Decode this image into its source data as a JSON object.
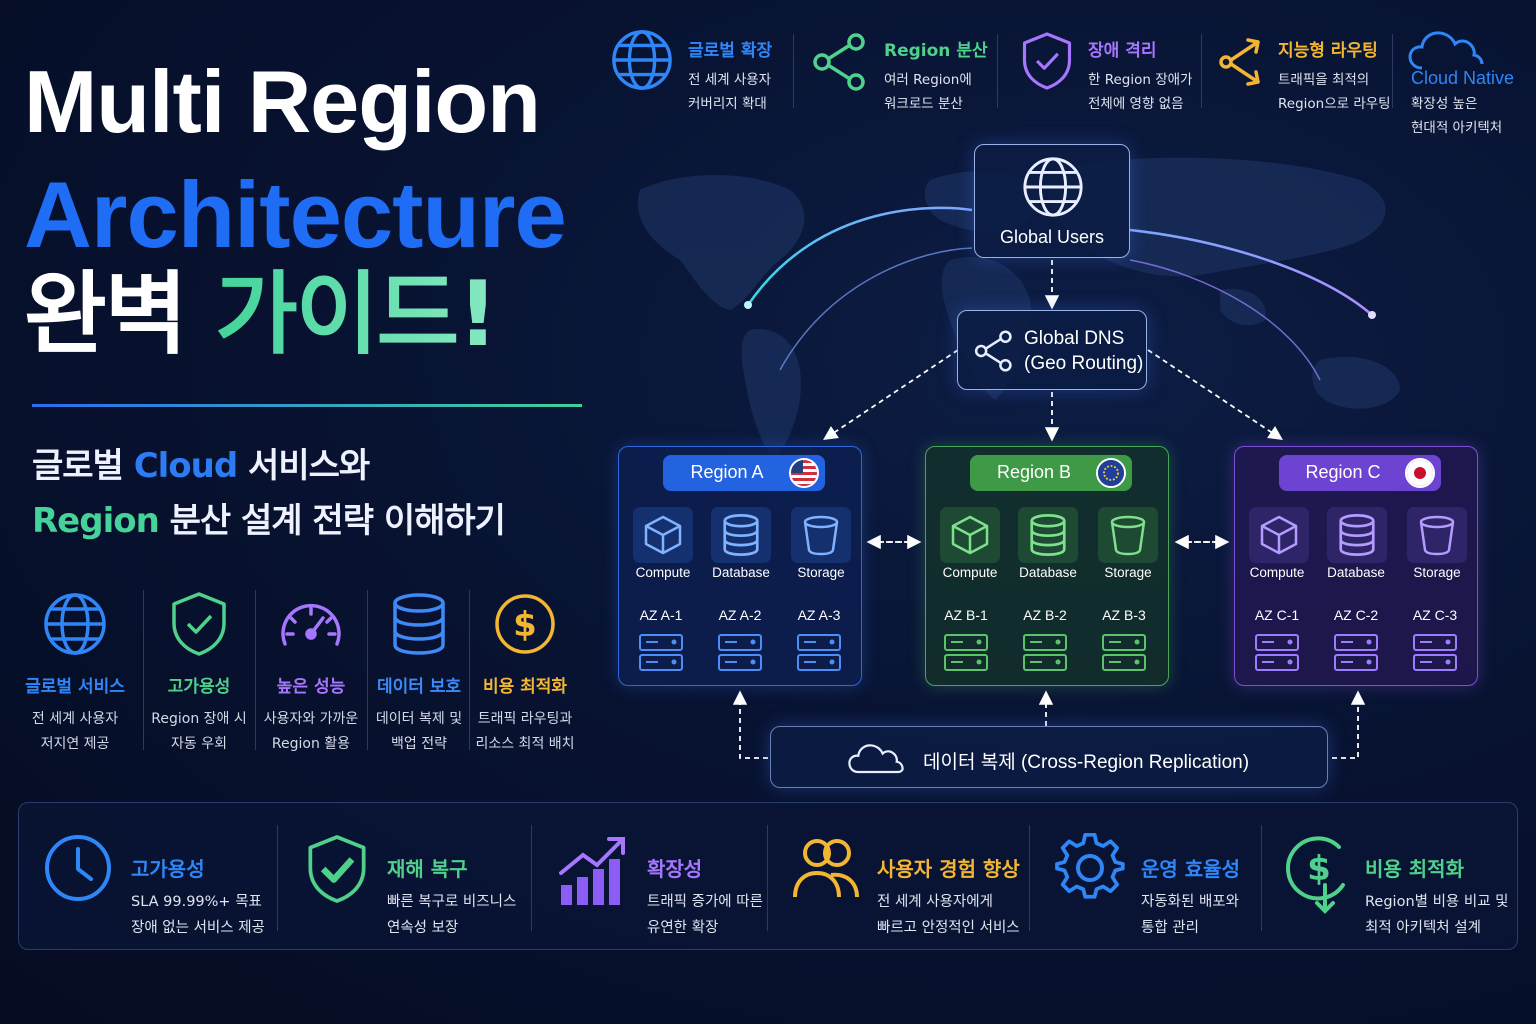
{
  "title": {
    "line1": "Multi Region",
    "line2": "Architecture",
    "line3_a": "완벽 ",
    "line3_b": "가이드!",
    "sub1_a": "글로벌 ",
    "sub1_b": "Cloud",
    "sub1_c": " 서비스와",
    "sub2_a": "Region",
    "sub2_b": " 분산 설계 전략 이해하기"
  },
  "colors": {
    "blue": "#1f6cf5",
    "green": "#46d39a",
    "purple": "#8b5cf6",
    "yellow": "#f2b632",
    "region_a": "#2f66d9",
    "region_b": "#47a657",
    "region_c": "#7a4fd6"
  },
  "left_features": [
    {
      "icon": "globe-icon",
      "label": "글로벌 서비스",
      "desc1": "전 세계 사용자",
      "desc2": "저지연 제공",
      "color": "#2f86f6"
    },
    {
      "icon": "shield-check-icon",
      "label": "고가용성",
      "desc1": "Region 장애 시",
      "desc2": "자동 우회",
      "color": "#4fd18b"
    },
    {
      "icon": "speedometer-icon",
      "label": "높은 성능",
      "desc1": "사용자와 가까운",
      "desc2": "Region 활용",
      "color": "#a776ff"
    },
    {
      "icon": "database-icon",
      "label": "데이터 보호",
      "desc1": "데이터 복제 및",
      "desc2": "백업 전략",
      "color": "#3d8af7"
    },
    {
      "icon": "dollar-coin-icon",
      "label": "비용 최적화",
      "desc1": "트래픽 라우팅과",
      "desc2": "리소스 최적 배치",
      "color": "#f2b632"
    }
  ],
  "top_features": [
    {
      "icon": "globe-icon",
      "label": "글로벌 확장",
      "desc1": "전 세계 사용자",
      "desc2": "커버리지 확대",
      "color": "#2f86f6"
    },
    {
      "icon": "share-nodes-icon",
      "label": "Region 분산",
      "desc1": "여러 Region에",
      "desc2": "워크로드 분산",
      "color": "#4fd18b"
    },
    {
      "icon": "shield-check-icon",
      "label": "장애 격리",
      "desc1": "한 Region 장애가",
      "desc2": "전체에 영향 없음",
      "color": "#a776ff"
    },
    {
      "icon": "routing-arrows-icon",
      "label": "지능형 라우팅",
      "desc1": "트래픽을 최적의",
      "desc2": "Region으로 라우팅",
      "color": "#f2b632"
    },
    {
      "icon": "cloud-icon",
      "label": "Cloud Native",
      "desc1": "확장성 높은",
      "desc2": "현대적 아키텍처",
      "color": "#2f86f6"
    }
  ],
  "diagram": {
    "users_label": "Global Users",
    "dns_line1": "Global DNS",
    "dns_line2": "(Geo Routing)",
    "regions": [
      {
        "name": "Region A",
        "flag": "usa-flag-icon",
        "services": [
          "Compute",
          "Database",
          "Storage"
        ],
        "azs": [
          "AZ A-1",
          "AZ A-2",
          "AZ A-3"
        ]
      },
      {
        "name": "Region B",
        "flag": "eu-flag-icon",
        "services": [
          "Compute",
          "Database",
          "Storage"
        ],
        "azs": [
          "AZ B-1",
          "AZ B-2",
          "AZ B-3"
        ]
      },
      {
        "name": "Region C",
        "flag": "japan-flag-icon",
        "services": [
          "Compute",
          "Database",
          "Storage"
        ],
        "azs": [
          "AZ C-1",
          "AZ C-2",
          "AZ C-3"
        ]
      }
    ],
    "replication_label": "데이터 복제 (Cross-Region Replication)"
  },
  "bottom_features": [
    {
      "icon": "clock-icon",
      "label": "고가용성",
      "desc1": "SLA 99.99%+ 목표",
      "desc2": "장애 없는 서비스 제공",
      "color": "#2f86f6"
    },
    {
      "icon": "shield-check-icon",
      "label": "재해 복구",
      "desc1": "빠른 복구로 비즈니스",
      "desc2": "연속성 보장",
      "color": "#4fd18b"
    },
    {
      "icon": "growth-chart-icon",
      "label": "확장성",
      "desc1": "트래픽 증가에 따른",
      "desc2": "유연한 확장",
      "color": "#a776ff"
    },
    {
      "icon": "users-icon",
      "label": "사용자 경험 향상",
      "desc1": "전 세계 사용자에게",
      "desc2": "빠르고 안정적인 서비스",
      "color": "#f2b632"
    },
    {
      "icon": "gear-icon",
      "label": "운영 효율성",
      "desc1": "자동화된 배포와",
      "desc2": "통합 관리",
      "color": "#2f86f6"
    },
    {
      "icon": "dollar-down-icon",
      "label": "비용 최적화",
      "desc1": "Region별 비용 비교 및",
      "desc2": "최적 아키텍처 설계",
      "color": "#4fd18b"
    }
  ]
}
